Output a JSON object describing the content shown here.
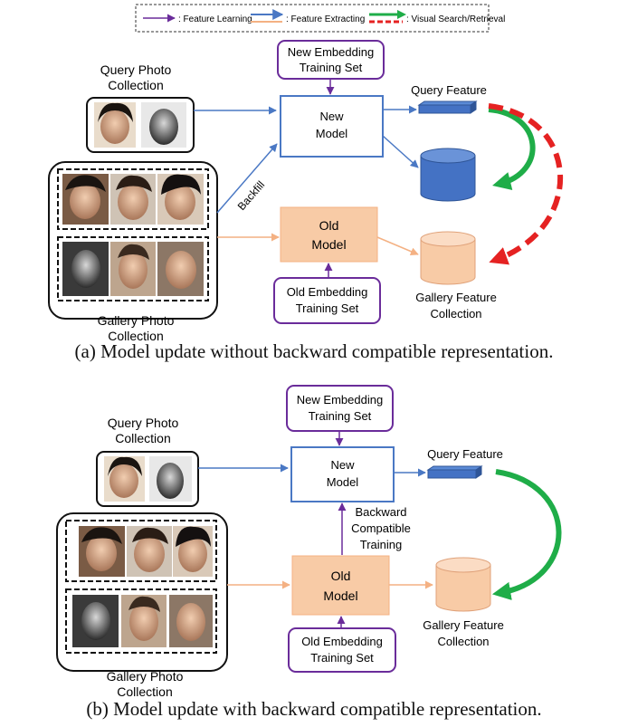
{
  "legend": {
    "feature_learning": ": Feature Learning",
    "feature_extracting": ": Feature Extracting",
    "visual_search": ": Visual Search/Retrieval"
  },
  "colors": {
    "learning": "#6a2c9a",
    "extracting_new": "#4a78c4",
    "extracting_old": "#f4b183",
    "search_green": "#1fad48",
    "search_red": "#e52222",
    "new_db": "#4472c4",
    "old_box": "#f8cba6"
  },
  "panel_a": {
    "new_training_set": [
      "New Embedding",
      "Training Set"
    ],
    "query_collection": [
      "Query Photo",
      "Collection"
    ],
    "new_model": [
      "New",
      "Model"
    ],
    "query_feature": "Query Feature",
    "backfill": "Backfill",
    "old_model": [
      "Old",
      "Model"
    ],
    "old_training_set": [
      "Old Embedding",
      "Training Set"
    ],
    "gallery_feature": [
      "Gallery Feature",
      "Collection"
    ],
    "gallery_collection": [
      "Gallery Photo",
      "Collection"
    ],
    "caption": "(a) Model update without backward compatible representation."
  },
  "panel_b": {
    "new_training_set": [
      "New Embedding",
      "Training Set"
    ],
    "query_collection": [
      "Query Photo",
      "Collection"
    ],
    "new_model": [
      "New",
      "Model"
    ],
    "query_feature": "Query Feature",
    "bct": [
      "Backward",
      "Compatible",
      "Training"
    ],
    "old_model": [
      "Old",
      "Model"
    ],
    "old_training_set": [
      "Old Embedding",
      "Training Set"
    ],
    "gallery_feature": [
      "Gallery Feature",
      "Collection"
    ],
    "gallery_collection": [
      "Gallery Photo",
      "Collection"
    ],
    "caption": "(b) Model update with backward compatible representation."
  }
}
